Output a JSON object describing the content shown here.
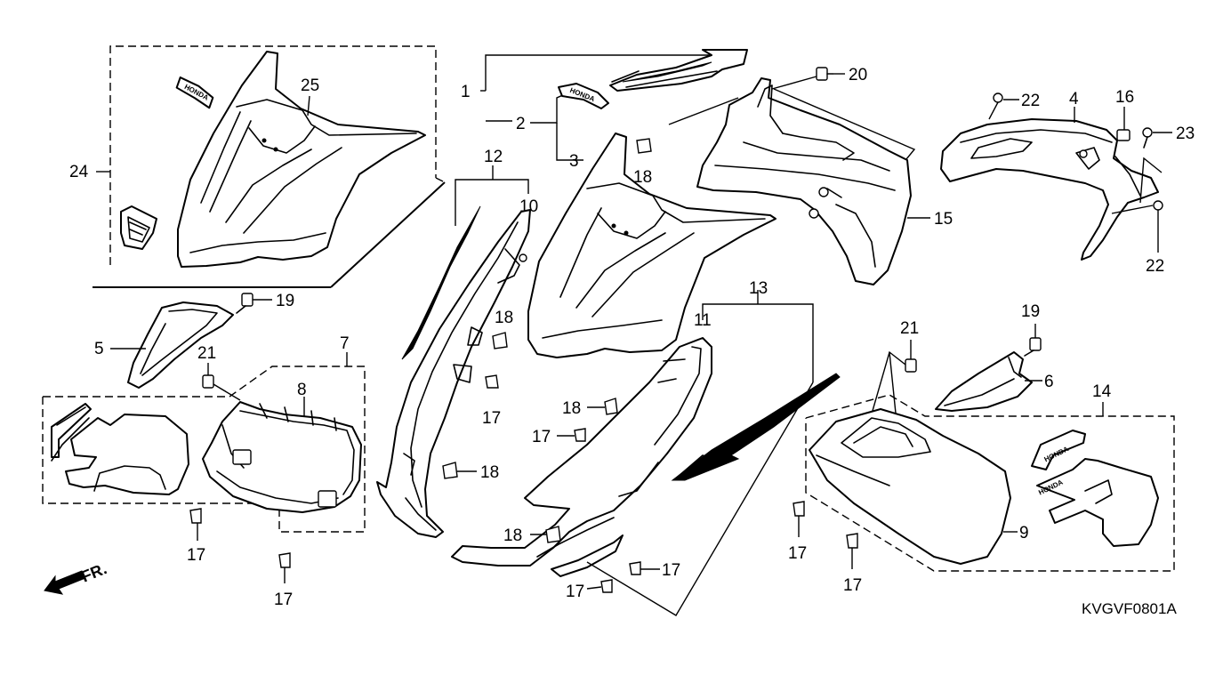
{
  "diagram": {
    "drawing_code": "KVGVF0801A",
    "front_label": "FR.",
    "decal_text": "HONDA",
    "callouts": {
      "c1": "1",
      "c2": "2",
      "c3": "3",
      "c4": "4",
      "c5": "5",
      "c6": "6",
      "c7": "7",
      "c8": "8",
      "c9": "9",
      "c10": "10",
      "c11": "11",
      "c12": "12",
      "c13": "13",
      "c14": "14",
      "c15": "15",
      "c16": "16",
      "c17": "17",
      "c18": "18",
      "c19": "19",
      "c20": "20",
      "c21": "21",
      "c22": "22",
      "c23": "23",
      "c24": "24",
      "c25": "25"
    }
  }
}
